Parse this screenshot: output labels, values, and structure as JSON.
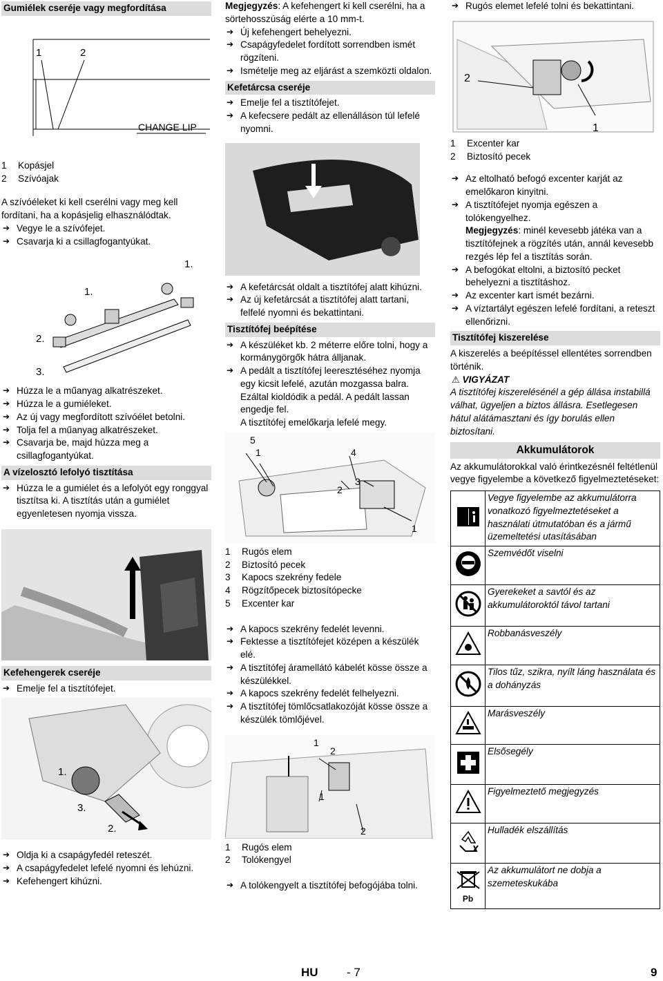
{
  "col1": {
    "heading1": "Gumiélek cseréje vagy megfordítása",
    "fig1": {
      "n1": "1",
      "n2": "2",
      "label": "CHANGE LIP"
    },
    "legend1": [
      {
        "n": "1",
        "t": "Kopásjel"
      },
      {
        "n": "2",
        "t": "Szívóajak"
      }
    ],
    "para1": "A szívóéleket ki kell cserélni vagy meg kell fordítani, ha a kopásjelig elhasználódtak.",
    "steps1": [
      "Vegye le a szívófejet.",
      "Csavarja ki a csillagfogantyúkat."
    ],
    "fig2": {
      "l1a": "1.",
      "l1b": "1.",
      "l2": "2.",
      "l3": "3."
    },
    "steps2": [
      "Húzza le a műanyag alkatrészeket.",
      "Húzza le a gumiéleket.",
      "Az új vagy megfordított szívóélet betolni.",
      "Tolja fel a műanyag alkatrészeket.",
      "Csavarja be, majd húzza meg a csillagfogantyúkat."
    ],
    "heading2": "A vízelosztó lefolyó tisztítása",
    "steps3": [
      "Húzza le a gumiélet és a lefolyót egy ronggyal tisztítsa ki. A tisztítás után a gumiélet egyenletesen nyomja vissza."
    ],
    "heading3": "Kefehengerek cseréje",
    "steps4": [
      "Emelje fel a tisztítófejet."
    ],
    "fig4": {
      "l1": "1.",
      "l2": "2.",
      "l3": "3."
    },
    "steps5": [
      "Oldja ki a csapágyfedél reteszét.",
      "A csapágyfedelet lefelé nyomni és lehúzni.",
      "Kefehengert kihúzni."
    ]
  },
  "col2": {
    "note1_label": "Megjegyzés",
    "note1_text": ": A kefehengert ki kell cserélni, ha a sörtehosszúság elérte a 10 mm-t.",
    "steps1": [
      "Új kefehengert behelyezni.",
      "Csapágyfedelet fordított sorrendben ismét rögzíteni.",
      "Ismételje meg az eljárást a szemközti oldalon."
    ],
    "heading1": "Kefetárcsa cseréje",
    "steps2": [
      "Emelje fel a tisztítófejet.",
      "A kefecsere pedált az ellenálláson túl lefelé nyomni."
    ],
    "steps3": [
      "A kefetárcsát oldalt a tisztítófej alatt kihúzni.",
      "Az új kefetárcsát a tisztítófej alatt tartani, felfelé nyomni és bekattintani."
    ],
    "heading2": "Tisztítófej beépítése",
    "steps4": [
      "A készüléket kb. 2 méterre előre tolni, hogy a kormánygörgők hátra álljanak.",
      "A pedált a tisztítófej leeresztéséhez nyomja egy kicsit lefelé, azután mozgassa balra. Ezáltal kioldódik a pedál. A pedált lassan engedje fel."
    ],
    "indent1": "A tisztítófej emelőkarja lefelé megy.",
    "fig6": {
      "n5": "5",
      "n1a": "1",
      "n4": "4",
      "n2": "2",
      "n3": "3",
      "n1b": "1"
    },
    "legend1": [
      {
        "n": "1",
        "t": "Rugós elem"
      },
      {
        "n": "2",
        "t": "Biztosító pecek"
      },
      {
        "n": "3",
        "t": "Kapocs szekrény fedele"
      },
      {
        "n": "4",
        "t": "Rögzítőpecek biztosítópecke"
      },
      {
        "n": "5",
        "t": "Excenter kar"
      }
    ],
    "steps5": [
      "A kapocs szekrény fedelét levenni.",
      "Fektesse a tisztítófejet középen a készülék elé.",
      "A tisztítófej áramellátó kábelét kösse össze a készülékkel.",
      "A kapocs szekrény fedelét felhelyezni.",
      "A tisztítófej tömlőcsatlakozóját kösse össze a készülék tömlőjével."
    ],
    "fig7": {
      "n1a": "1",
      "n2a": "2",
      "n1b": "1",
      "n2b": "2"
    },
    "legend2": [
      {
        "n": "1",
        "t": "Rugós elem"
      },
      {
        "n": "2",
        "t": "Tolókengyel"
      }
    ],
    "steps6": [
      "A tolókengyelt a tisztítófej befogójába tolni."
    ]
  },
  "col3": {
    "steps1": [
      "Rugós elemet lefelé tolni és bekattintani."
    ],
    "fig8": {
      "n2": "2",
      "n1": "1"
    },
    "legend1": [
      {
        "n": "1",
        "t": "Excenter kar"
      },
      {
        "n": "2",
        "t": "Biztosító pecek"
      }
    ],
    "steps2": [
      "Az eltolható befogó excenter karját az emelőkaron kinyitni.",
      "A tisztítófejet nyomja egészen a tolókengyelhez."
    ],
    "note_label": "Megjegyzés",
    "note_text": ": minél kevesebb játéka van a tisztítófejnek a rögzítés után, annál kevesebb rezgés lép fel a tisztítás során.",
    "steps3": [
      "A befogókat eltolni, a biztosító pecket behelyezni a tisztításhoz.",
      "Az excenter kart ismét bezárni.",
      "A víztartályt egészen lefelé fordítani, a reteszt ellenőrizni."
    ],
    "heading1": "Tisztítófej kiszerelése",
    "para1": "A kiszerelés a beépítéssel ellentétes sorrendben történik.",
    "warn_title": "VIGYÁZAT",
    "warn_text": "A tisztítófej kiszerelésénél a gép állása instabillá válhat, ügyeljen a biztos állásra. Esetlegesen hátul alátámasztani és így borulás ellen biztosítani.",
    "heading2": "Akkumulátorok",
    "para2": "Az akkumulátorokkal való érintkezésnél feltétlenül vegye figyelembe a következő figyelmeztetéseket:",
    "safety": [
      "Vegye figyelembe az akkumulátorra vonatkozó figyelmeztetéseket a használati útmutatóban és a jármű üzemeltetési utasításában",
      "Szemvédőt viselni",
      "Gyerekeket a savtól és az akkumulátoroktól távol tartani",
      "Robbanásveszély",
      "Tilos tűz, szikra, nyílt láng használata és a dohányzás",
      "Marásveszély",
      "Elsősegély",
      "Figyelmeztető megjegyzés",
      "Hulladék elszállítás",
      "Az akkumulátort ne dobja a szemeteskukába"
    ],
    "pb": "Pb"
  },
  "footer": {
    "lang": "HU",
    "page": "- 7",
    "num": "9"
  }
}
